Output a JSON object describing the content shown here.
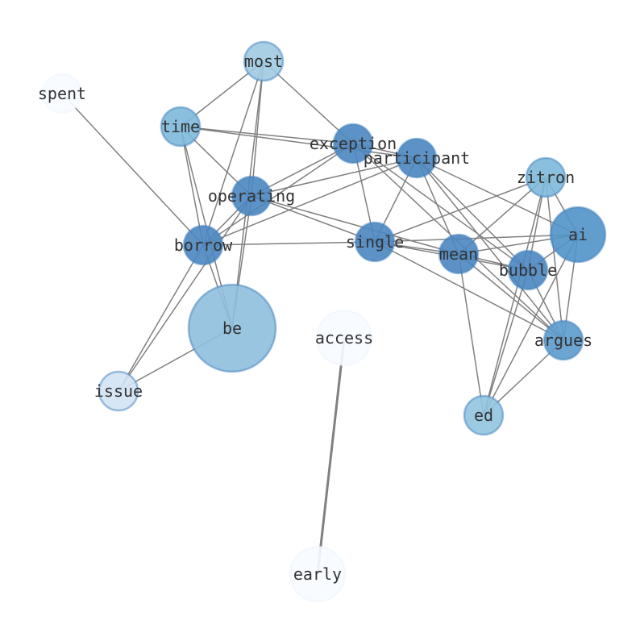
{
  "nodes": [
    {
      "id": "most",
      "label": "most",
      "size": 1,
      "color": "#9ecae1"
    },
    {
      "id": "spent",
      "label": "spent",
      "size": 1,
      "color": "#f7fbff"
    },
    {
      "id": "time",
      "label": "time",
      "size": 1,
      "color": "#7db8da"
    },
    {
      "id": "exception",
      "label": "exception",
      "size": 1,
      "color": "#4a86c0"
    },
    {
      "id": "participant",
      "label": "participant",
      "size": 1,
      "color": "#4a86c0"
    },
    {
      "id": "zitron",
      "label": "zitron",
      "size": 1,
      "color": "#7db8da"
    },
    {
      "id": "operating",
      "label": "operating",
      "size": 1,
      "color": "#4a86c0"
    },
    {
      "id": "ai",
      "label": "ai",
      "size": 2,
      "color": "#5092c8"
    },
    {
      "id": "borrow",
      "label": "borrow",
      "size": 1,
      "color": "#4a86c0"
    },
    {
      "id": "single",
      "label": "single",
      "size": 1,
      "color": "#4a86c0"
    },
    {
      "id": "mean",
      "label": "mean",
      "size": 1,
      "color": "#4a86c0"
    },
    {
      "id": "bubble",
      "label": "bubble",
      "size": 1,
      "color": "#4a86c0"
    },
    {
      "id": "be",
      "label": "be",
      "size": 5,
      "color": "#8ebfdd"
    },
    {
      "id": "access",
      "label": "access",
      "size": 2,
      "color": "#f7fbff"
    },
    {
      "id": "argues",
      "label": "argues",
      "size": 1,
      "color": "#5c9bcc"
    },
    {
      "id": "issue",
      "label": "issue",
      "size": 1,
      "color": "#d3e3f3"
    },
    {
      "id": "ed",
      "label": "ed",
      "size": 1,
      "color": "#92c4e0"
    },
    {
      "id": "early",
      "label": "early",
      "size": 2,
      "color": "#f7fbff"
    }
  ],
  "edges": [
    [
      "most",
      "time"
    ],
    [
      "most",
      "exception"
    ],
    [
      "most",
      "borrow"
    ],
    [
      "most",
      "be"
    ],
    [
      "most",
      "operating"
    ],
    [
      "time",
      "exception"
    ],
    [
      "time",
      "participant"
    ],
    [
      "time",
      "operating"
    ],
    [
      "time",
      "borrow"
    ],
    [
      "time",
      "be"
    ],
    [
      "spent",
      "borrow"
    ],
    [
      "exception",
      "operating"
    ],
    [
      "exception",
      "borrow"
    ],
    [
      "exception",
      "single"
    ],
    [
      "exception",
      "bubble"
    ],
    [
      "exception",
      "argues"
    ],
    [
      "exception",
      "participant"
    ],
    [
      "participant",
      "operating"
    ],
    [
      "participant",
      "borrow"
    ],
    [
      "participant",
      "single"
    ],
    [
      "participant",
      "mean"
    ],
    [
      "participant",
      "ai"
    ],
    [
      "participant",
      "bubble"
    ],
    [
      "participant",
      "argues"
    ],
    [
      "zitron",
      "single"
    ],
    [
      "zitron",
      "mean"
    ],
    [
      "zitron",
      "ai"
    ],
    [
      "zitron",
      "ed"
    ],
    [
      "zitron",
      "argues"
    ],
    [
      "zitron",
      "bubble"
    ],
    [
      "operating",
      "single"
    ],
    [
      "operating",
      "mean"
    ],
    [
      "operating",
      "borrow"
    ],
    [
      "operating",
      "issue"
    ],
    [
      "operating",
      "be"
    ],
    [
      "borrow",
      "single"
    ],
    [
      "borrow",
      "issue"
    ],
    [
      "borrow",
      "be"
    ],
    [
      "single",
      "ai"
    ],
    [
      "single",
      "mean"
    ],
    [
      "single",
      "bubble"
    ],
    [
      "single",
      "argues"
    ],
    [
      "mean",
      "ai"
    ],
    [
      "mean",
      "bubble"
    ],
    [
      "mean",
      "ed"
    ],
    [
      "mean",
      "argues"
    ],
    [
      "ai",
      "bubble"
    ],
    [
      "ai",
      "argues"
    ],
    [
      "ai",
      "ed"
    ],
    [
      "bubble",
      "ed"
    ],
    [
      "bubble",
      "argues"
    ],
    [
      "argues",
      "ed"
    ],
    [
      "be",
      "issue"
    ],
    [
      "access",
      "early",
      3
    ]
  ]
}
